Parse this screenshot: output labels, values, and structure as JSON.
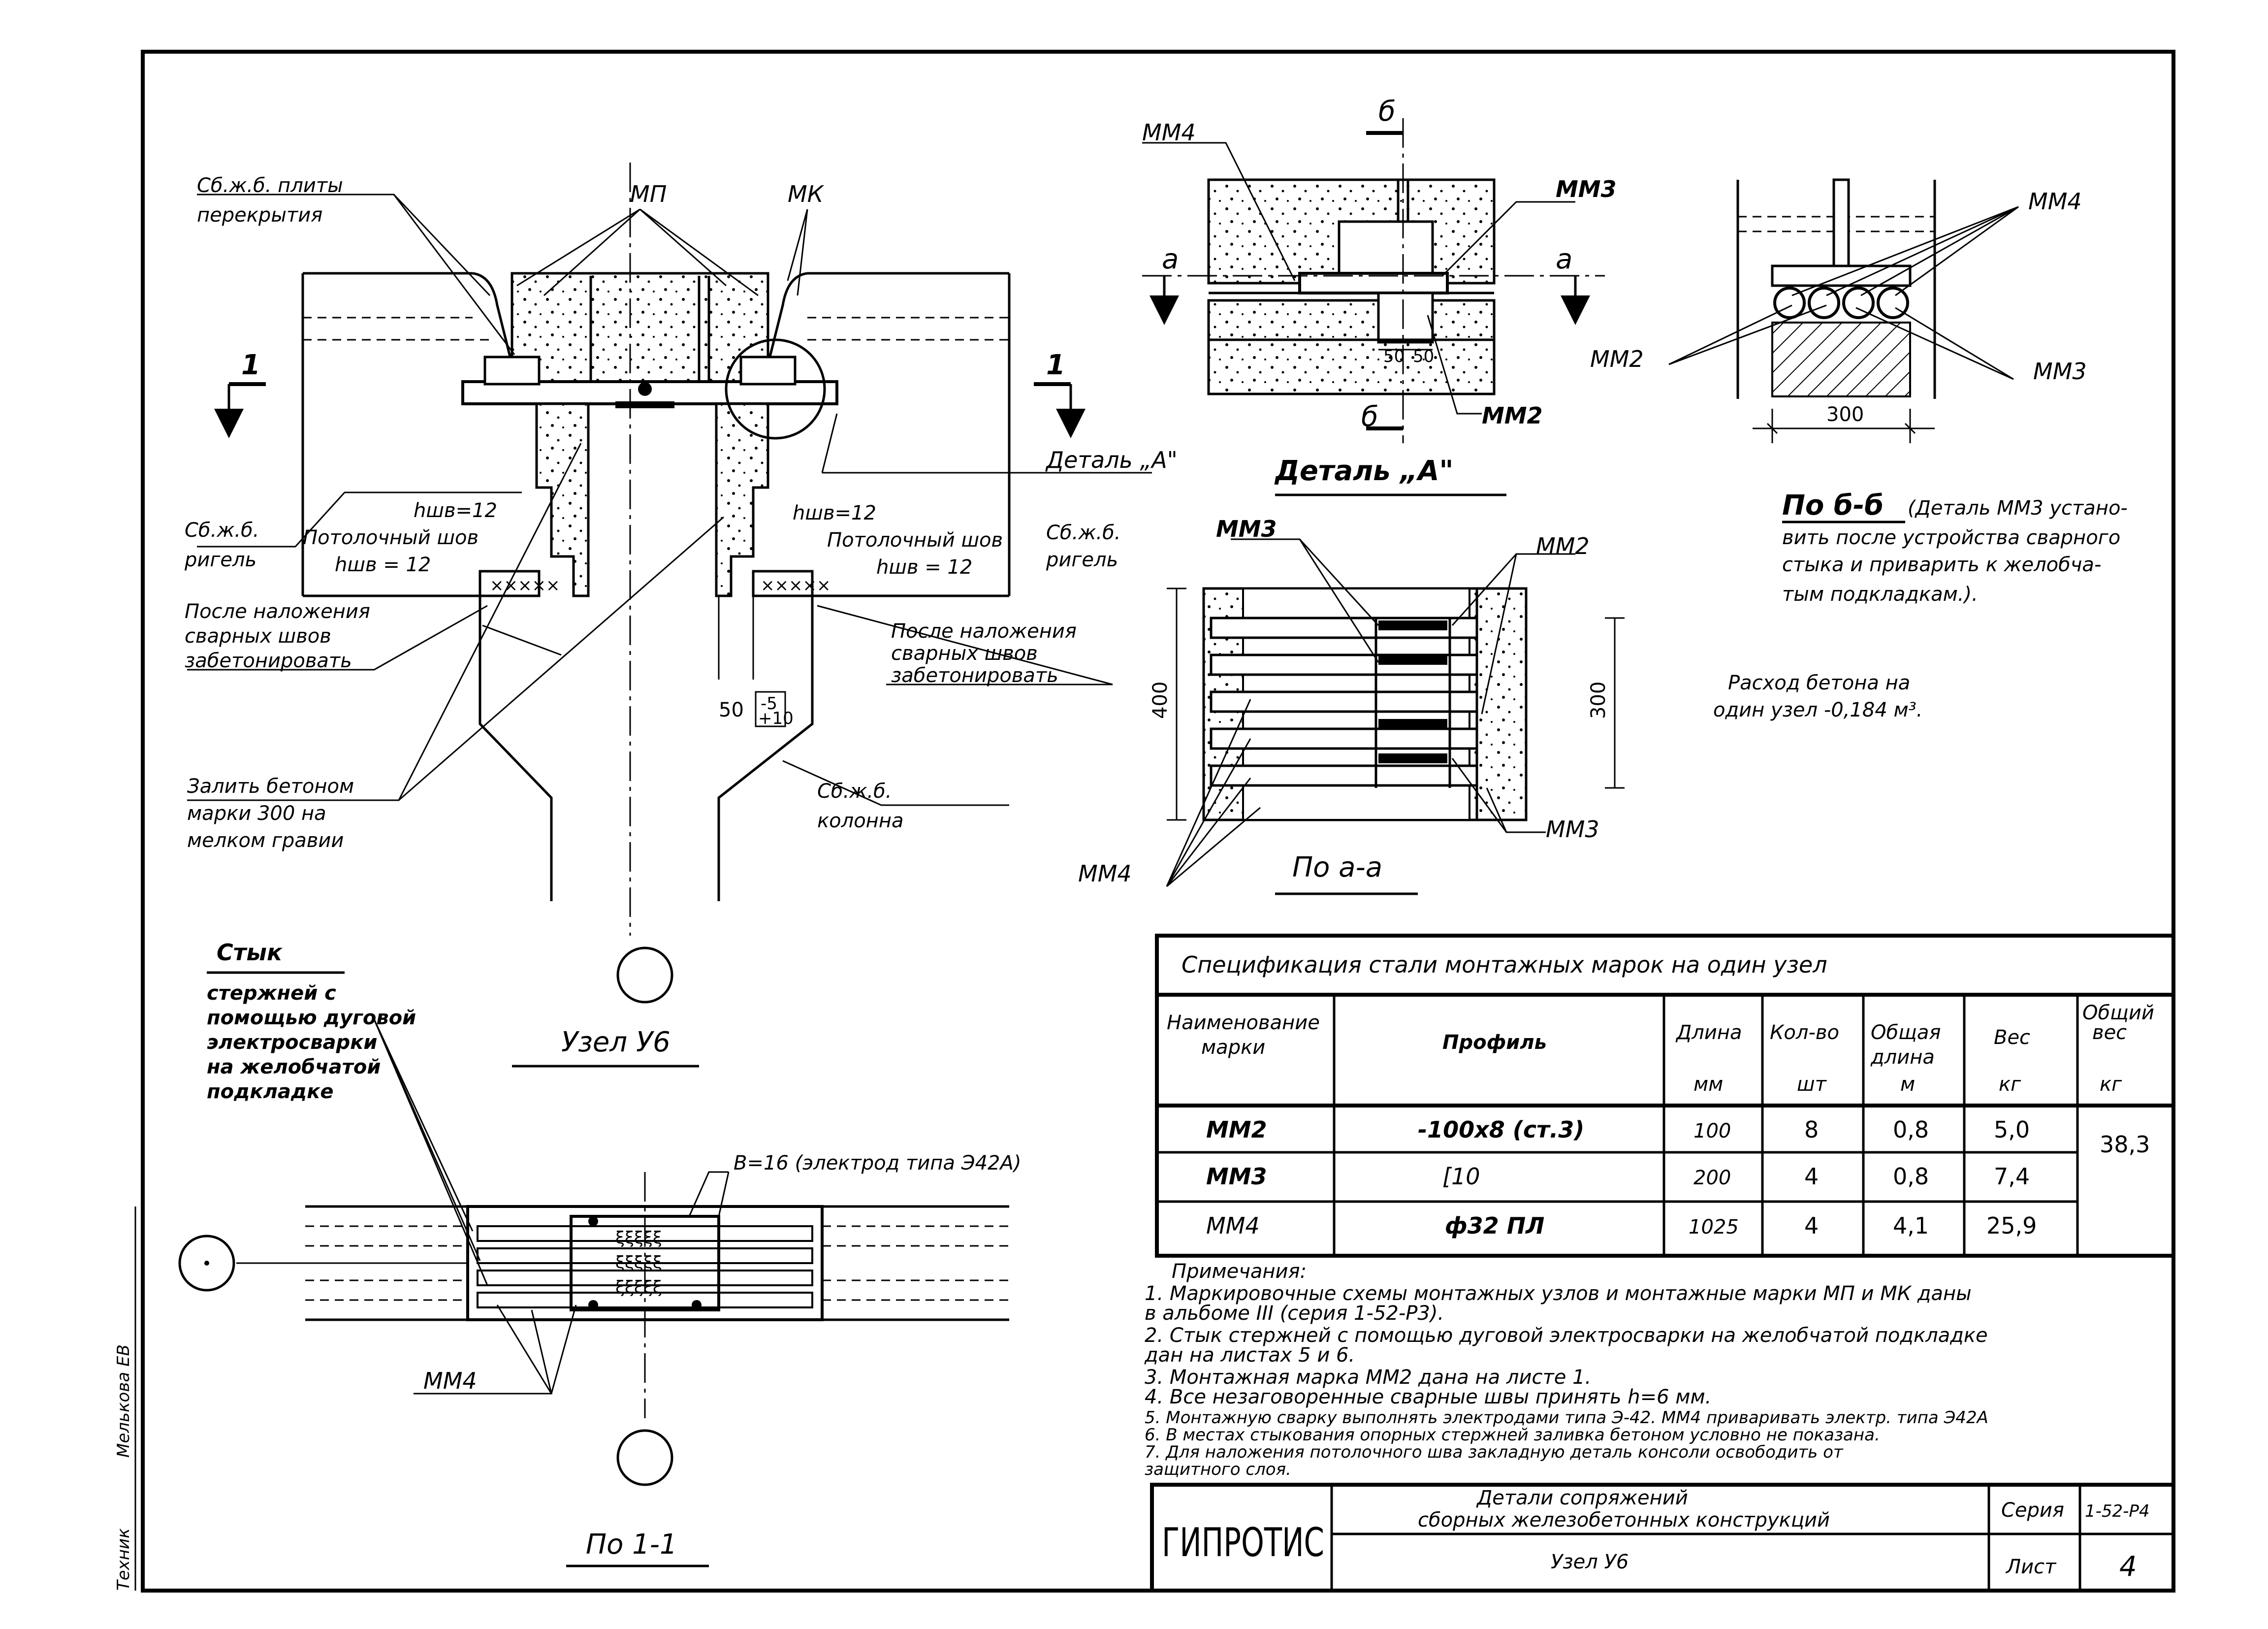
{
  "node": {
    "label_slabs_1": "Сб.ж.б. плиты",
    "label_slabs_2": "перекрытия",
    "label_mp": "МП",
    "label_mk": "МК",
    "label_section_mark_left": "1",
    "label_section_mark_right": "1",
    "label_detail_a": "Деталь „А\"",
    "label_beam_left_1": "Сб.ж.б.",
    "label_beam_left_2": "ригель",
    "label_beam_right_1": "Сб.ж.б.",
    "label_beam_right_2": "ригель",
    "label_hws_left_top": "hшв=12",
    "label_ceiling_seam_left": "Потолочный шов",
    "label_hws_left_bottom": "hшв = 12",
    "label_hws_right_top": "hшв=12",
    "label_ceiling_seam_right": "Потолочный шов",
    "label_hws_right_bottom": "hшв = 12",
    "label_after_left_1": "После наложения",
    "label_after_left_2": "сварных швов",
    "label_after_left_3": "забетонировать",
    "label_after_right_1": "После наложения",
    "label_after_right_2": "сварных швов",
    "label_after_right_3": "забетонировать",
    "label_dim_50": "50",
    "label_tol_minus": "-5",
    "label_tol_plus": "+10",
    "label_fill_1": "Залить бетоном",
    "label_fill_2": "марки 300 на",
    "label_fill_3": "мелком гравии",
    "label_column_1": "Сб.ж.б.",
    "label_column_2": "колонна",
    "title": "Узел У6"
  },
  "detail_a": {
    "label_mm4": "ММ4",
    "label_delta_top": "б",
    "label_delta_bottom": "б",
    "label_mm3": "ММ3",
    "label_a_left": "а",
    "label_a_right": "а",
    "label_dim_50a": "50",
    "label_dim_50b": "50",
    "label_mm2": "ММ2",
    "title": "Деталь „А\""
  },
  "section_bb": {
    "label_mm4": "ММ4",
    "label_mm2": "ММ2",
    "label_mm3": "ММ3",
    "label_dim_300": "300",
    "title": "По б-б",
    "note_1": "(Деталь ММ3 устано-",
    "note_2": "вить после устройства сварного",
    "note_3": "стыка и приварить к желобча-",
    "note_4": "тым подкладкам.)."
  },
  "concrete": {
    "line_1": "Расход   бетона  на",
    "line_2": "один  узел  -0,184 м³."
  },
  "section_aa": {
    "label_mm3": "ММ3",
    "label_mm2": "ММ2",
    "label_dim_400": "400",
    "label_dim_300": "300",
    "label_mm4": "ММ4",
    "label_mm3_bottom": "ММ3",
    "title": "По а-а"
  },
  "joint": {
    "label_1": "Стык",
    "label_2": "стержней с",
    "label_3": "помощью дуговой",
    "label_4": "электросварки",
    "label_5": "на желобчатой",
    "label_6": "подкладке",
    "label_b16": "В=16 (электрод типа Э42А)",
    "label_mm4": "ММ4",
    "title": "По 1-1"
  },
  "spec": {
    "title": "Спецификация    стали   монтажных   марок    на  один  узел",
    "headers": {
      "name_1": "Наименование",
      "name_2": "марки",
      "profile": "Профиль",
      "length": "Длина",
      "length_unit": "мм",
      "qty": "Кол-во",
      "qty_unit": "шт",
      "total_length_1": "Общая",
      "total_length_2": "длина",
      "total_length_unit": "м",
      "weight": "Вес",
      "weight_unit": "кг",
      "total_weight_1": "Общий",
      "total_weight_2": "вес",
      "total_weight_unit": "кг"
    },
    "rows": [
      {
        "mark": "ММ2",
        "profile": "-100х8 (ст.3)",
        "length": "100",
        "qty": "8",
        "total_length": "0,8",
        "weight": "5,0"
      },
      {
        "mark": "ММ3",
        "profile": "[10",
        "length": "200",
        "qty": "4",
        "total_length": "0,8",
        "weight": "7,4"
      },
      {
        "mark": "ММ4",
        "profile": "ф32 ПЛ",
        "length": "1025",
        "qty": "4",
        "total_length": "4,1",
        "weight": "25,9"
      }
    ],
    "total_weight": "38,3"
  },
  "notes": {
    "heading": "Примечания:",
    "items": [
      "1. Маркировочные схемы монтажных узлов и монтажные марки МП и МК даны",
      "   в альбоме III (серия 1-52-Р3).",
      "2. Стык стержней с помощью дуговой электросварки на желобчатой подкладке",
      "   дан на листах 5 и 6.",
      "3. Монтажная марка ММ2 дана на листе 1.",
      "4. Все незаговоренные сварные швы принять h=6 мм.",
      "5. Монтажную сварку выполнять электродами типа Э-42. ММ4 приваривать электр. типа Э42А",
      "6. В местах стыкования опорных стержней заливка бетоном условно не показана.",
      "7. Для наложения потолочного шва закладную деталь консоли освободить от",
      "   защитного слоя."
    ]
  },
  "stamp": {
    "org": "ГИПРОТИС",
    "desc_1": "Детали  сопряжений",
    "desc_2": "сборных  железобетонных  конструкций",
    "series_label": "Серия",
    "series_value": "1-52-Р4",
    "node": "Узел У6",
    "sheet_label": "Лист",
    "sheet_value": "4"
  },
  "margin": {
    "text_1": "Техник",
    "text_2": "Мелькова ЕВ"
  }
}
